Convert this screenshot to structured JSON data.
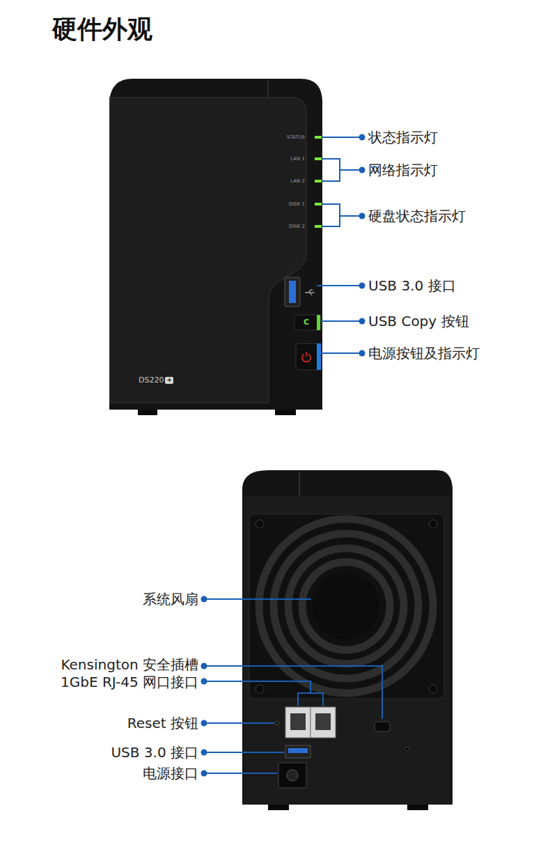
{
  "diagram": {
    "title": "硬件外观",
    "labels": [
      "STATUS",
      "LAN 1",
      "LAN 2",
      "DISK 1",
      "DISK 2",
      "DS220",
      "+",
      "C",
      "状态指示灯",
      "网络指示灯",
      "硬盘状态指示灯",
      "USB 3.0 接口",
      "USB Copy 按钮",
      "电源按钮及指示灯",
      "系统风扇",
      "Kensington 安全插槽",
      "1GbE RJ-45 网口接口",
      "Reset 按钮",
      "USB 3.0 接口",
      "电源接口"
    ]
  }
}
